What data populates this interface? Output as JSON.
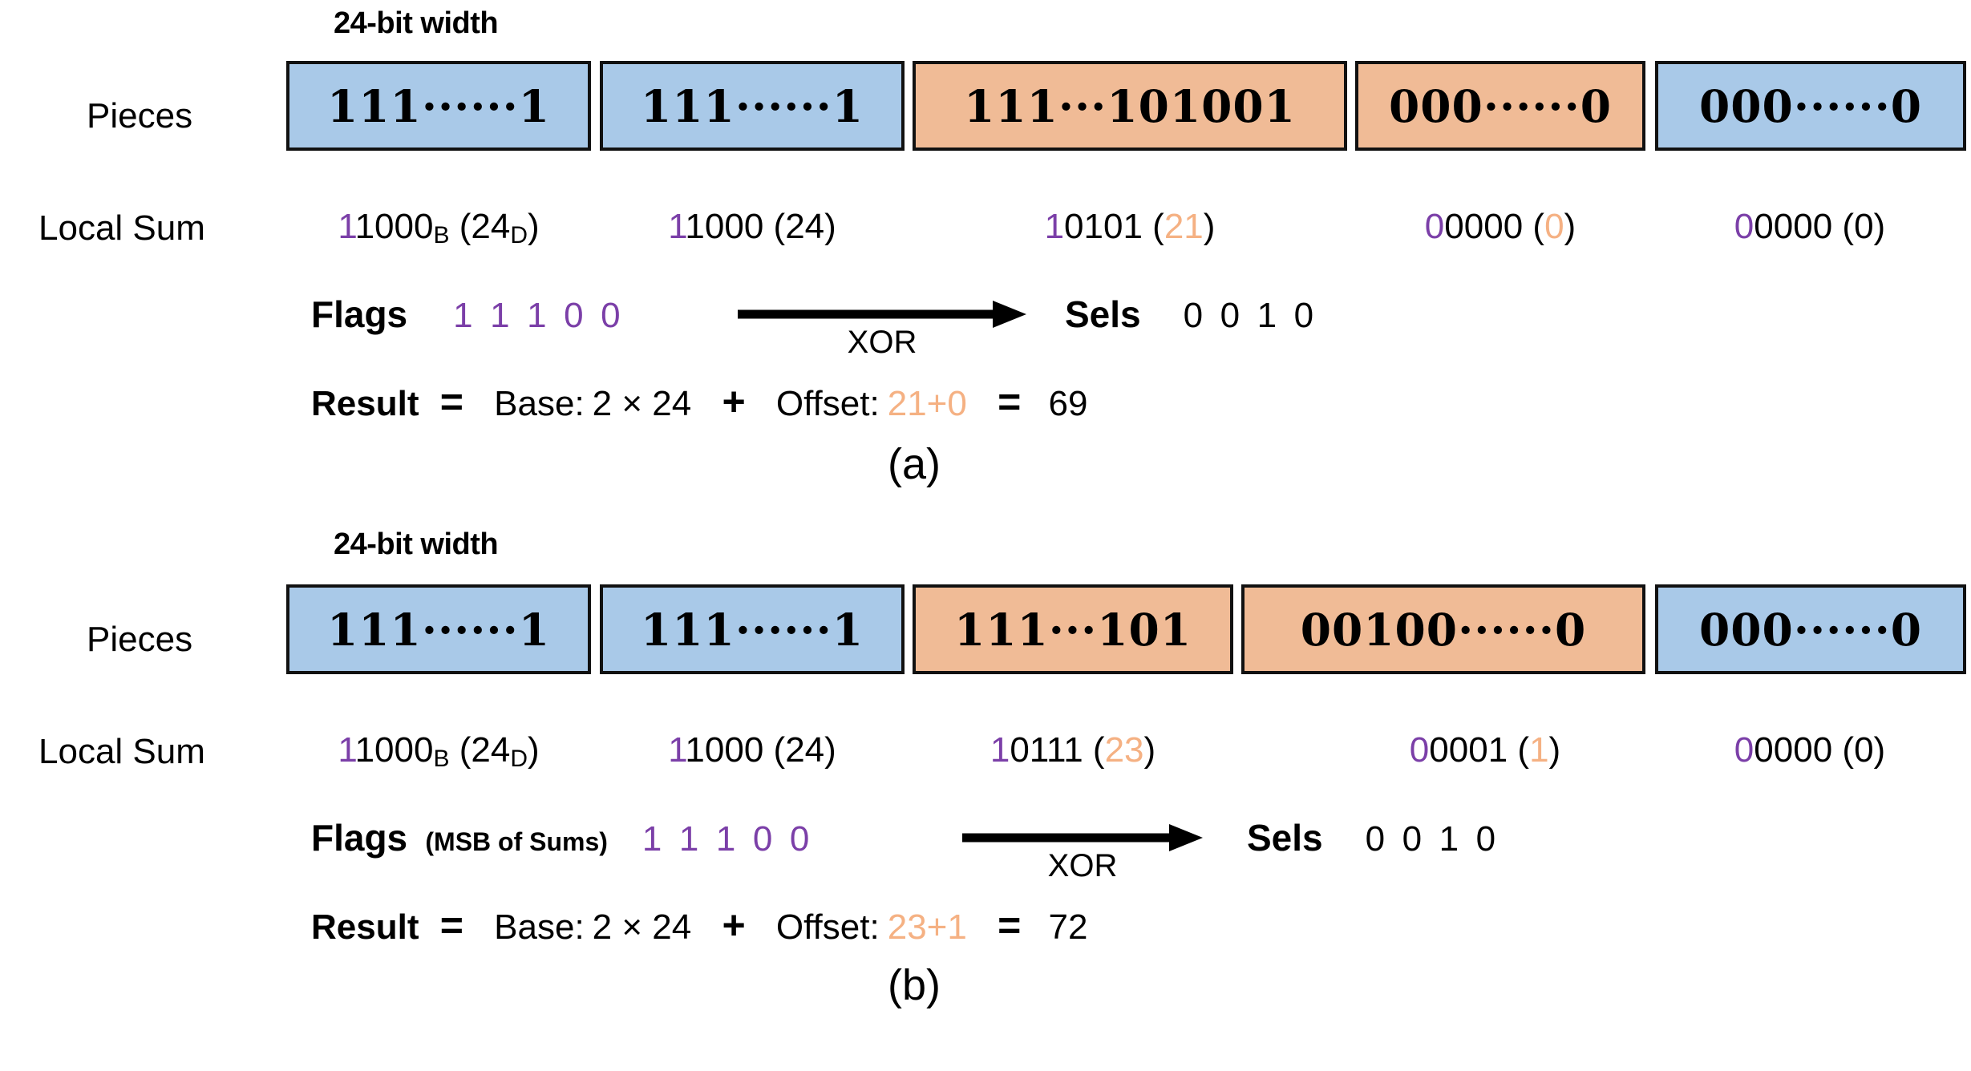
{
  "figure": {
    "background": "#ffffff",
    "colors": {
      "blue_piece": "#a9c9e8",
      "orange_piece": "#f0bb96",
      "purple_msb": "#7b3fa8",
      "orange_text": "#f5b183",
      "border": "#111111"
    }
  },
  "panel_a": {
    "caption": "(a)",
    "width_caption": "24-bit width",
    "labels": {
      "pieces": "Pieces",
      "local_sum": "Local Sum"
    },
    "pieces": [
      {
        "bits": "111······1",
        "color": "blue"
      },
      {
        "bits": "111······1",
        "color": "blue"
      },
      {
        "bits": "111···101001",
        "color": "orange"
      },
      {
        "bits": "000······0",
        "color": "orange"
      },
      {
        "bits": "000······0",
        "color": "blue"
      }
    ],
    "local_sums": [
      {
        "msb": "1",
        "rest": "1000",
        "bin_sub": "B",
        "dec_open": " (",
        "dec": "24",
        "dec_sub": "D",
        "dec_close": ")",
        "dec_highlight": false
      },
      {
        "msb": "1",
        "rest": "1000",
        "bin_sub": "",
        "dec_open": " (",
        "dec": "24",
        "dec_sub": "",
        "dec_close": ")",
        "dec_highlight": false
      },
      {
        "msb": "1",
        "rest": "0101",
        "bin_sub": "",
        "dec_open": " (",
        "dec": "21",
        "dec_sub": "",
        "dec_close": ")",
        "dec_highlight": true
      },
      {
        "msb": "0",
        "rest": "0000",
        "bin_sub": "",
        "dec_open": " (",
        "dec": "0",
        "dec_sub": "",
        "dec_close": ")",
        "dec_highlight": true
      },
      {
        "msb": "0",
        "rest": "0000",
        "bin_sub": "",
        "dec_open": " (",
        "dec": "0",
        "dec_sub": "",
        "dec_close": ")",
        "dec_highlight": false
      }
    ],
    "flags": {
      "title": "Flags",
      "note": "",
      "bits": [
        "1",
        "1",
        "1",
        "0",
        "0"
      ]
    },
    "arrow_label": "XOR",
    "sels": {
      "title": "Sels",
      "bits": [
        "0",
        "0",
        "1",
        "0"
      ]
    },
    "result": {
      "label": "Result",
      "eq1": "=",
      "base_label": "Base:",
      "base_value": "2 × 24",
      "plus": "+",
      "offset_label": "Offset:",
      "offset_a": "21",
      "offset_op": "+",
      "offset_b": "0",
      "eq2": "=",
      "total": "69"
    }
  },
  "panel_b": {
    "caption": "(b)",
    "width_caption": "24-bit width",
    "labels": {
      "pieces": "Pieces",
      "local_sum": "Local Sum"
    },
    "pieces": [
      {
        "bits": "111······1",
        "color": "blue"
      },
      {
        "bits": "111······1",
        "color": "blue"
      },
      {
        "bits": "111···101",
        "color": "orange"
      },
      {
        "bits": "00100······0",
        "color": "orange"
      },
      {
        "bits": "000······0",
        "color": "blue"
      }
    ],
    "local_sums": [
      {
        "msb": "1",
        "rest": "1000",
        "bin_sub": "B",
        "dec_open": " (",
        "dec": "24",
        "dec_sub": "D",
        "dec_close": ")",
        "dec_highlight": false
      },
      {
        "msb": "1",
        "rest": "1000",
        "bin_sub": "",
        "dec_open": " (",
        "dec": "24",
        "dec_sub": "",
        "dec_close": ")",
        "dec_highlight": false
      },
      {
        "msb": "1",
        "rest": "0111",
        "bin_sub": "",
        "dec_open": " (",
        "dec": "23",
        "dec_sub": "",
        "dec_close": ")",
        "dec_highlight": true
      },
      {
        "msb": "0",
        "rest": "0001",
        "bin_sub": "",
        "dec_open": " (",
        "dec": "1",
        "dec_sub": "",
        "dec_close": ")",
        "dec_highlight": true
      },
      {
        "msb": "0",
        "rest": "0000",
        "bin_sub": "",
        "dec_open": " (",
        "dec": "0",
        "dec_sub": "",
        "dec_close": ")",
        "dec_highlight": false
      }
    ],
    "flags": {
      "title": "Flags",
      "note": "(MSB of Sums)",
      "bits": [
        "1",
        "1",
        "1",
        "0",
        "0"
      ]
    },
    "arrow_label": "XOR",
    "sels": {
      "title": "Sels",
      "bits": [
        "0",
        "0",
        "1",
        "0"
      ]
    },
    "result": {
      "label": "Result",
      "eq1": "=",
      "base_label": "Base:",
      "base_value": "2 × 24",
      "plus": "+",
      "offset_label": "Offset:",
      "offset_a": "23",
      "offset_op": "+",
      "offset_b": "1",
      "eq2": "=",
      "total": "72"
    }
  }
}
